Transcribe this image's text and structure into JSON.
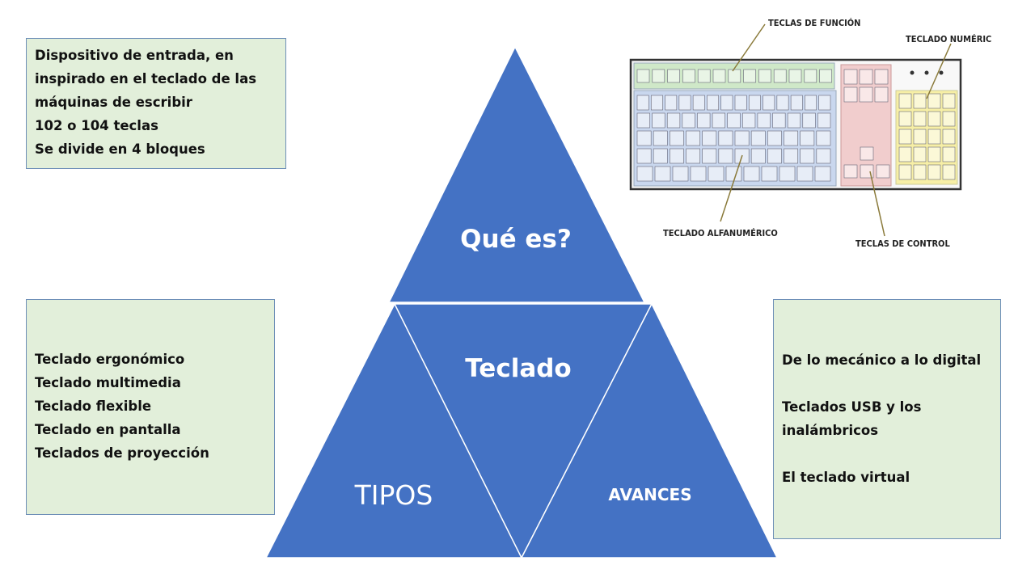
{
  "boxes": {
    "definicion": {
      "lines": [
        " Dispositivo de entrada, en",
        "inspirado en el teclado de las",
        "máquinas de escribir",
        "102 o 104 teclas",
        "Se divide en 4 bloques"
      ]
    },
    "tipos": {
      "lines": [
        "Teclado ergonómico",
        "Teclado multimedia",
        "Teclado flexible",
        "Teclado en pantalla",
        "Teclados de proyección"
      ]
    },
    "avances": {
      "lines": [
        "De lo mecánico a lo digital",
        "",
        "Teclados USB y los",
        "inalámbricos",
        "",
        "El  teclado virtual"
      ]
    }
  },
  "pyramid": {
    "top_label": "Qué es?",
    "center_label": "Teclado",
    "left_label": "TIPOS",
    "right_label": "AVANCES",
    "fill_color": "#4472c4",
    "text_color": "#ffffff"
  },
  "keyboard_image": {
    "labels": {
      "funcion": "TECLAS DE FUNCIÓN",
      "numerico": "TECLADO NUMÉRICO",
      "alfanumerico": "TECLADO ALFANUMÉRICO",
      "control": "TECLAS DE CONTROL"
    },
    "block_colors": {
      "funcion": "#cfe8c8",
      "alfanumerico": "#c9d7ee",
      "control": "#f1cdcd",
      "numerico": "#f7efa6"
    }
  },
  "box_colors": {
    "fill": "#e2efda",
    "border": "#6d8fb7"
  }
}
